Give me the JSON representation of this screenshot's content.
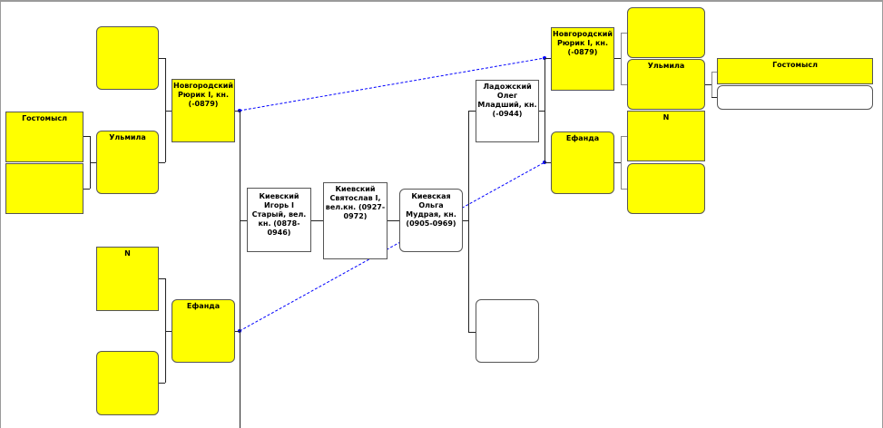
{
  "persons": {
    "gostomysl": "Гостомысл",
    "ulmila": "Ульмила",
    "n": "N",
    "rurik": "Новгородский Рюрик I, кн. (-0879)",
    "efanda": "Ефанда",
    "igor": "Киевский Игорь I Старый, вел. кн. (0878-0946)",
    "svyatoslav": "Киевский Святослав I, вел.кн. (0927-0972)",
    "olga": "Киевская Ольга Мудрая, кн. (0905-0969)",
    "oleg": "Ладожский Олег Младший, кн. (-0944)"
  },
  "colors": {
    "ancestor": "#ffff00",
    "link": "#0000ff"
  }
}
